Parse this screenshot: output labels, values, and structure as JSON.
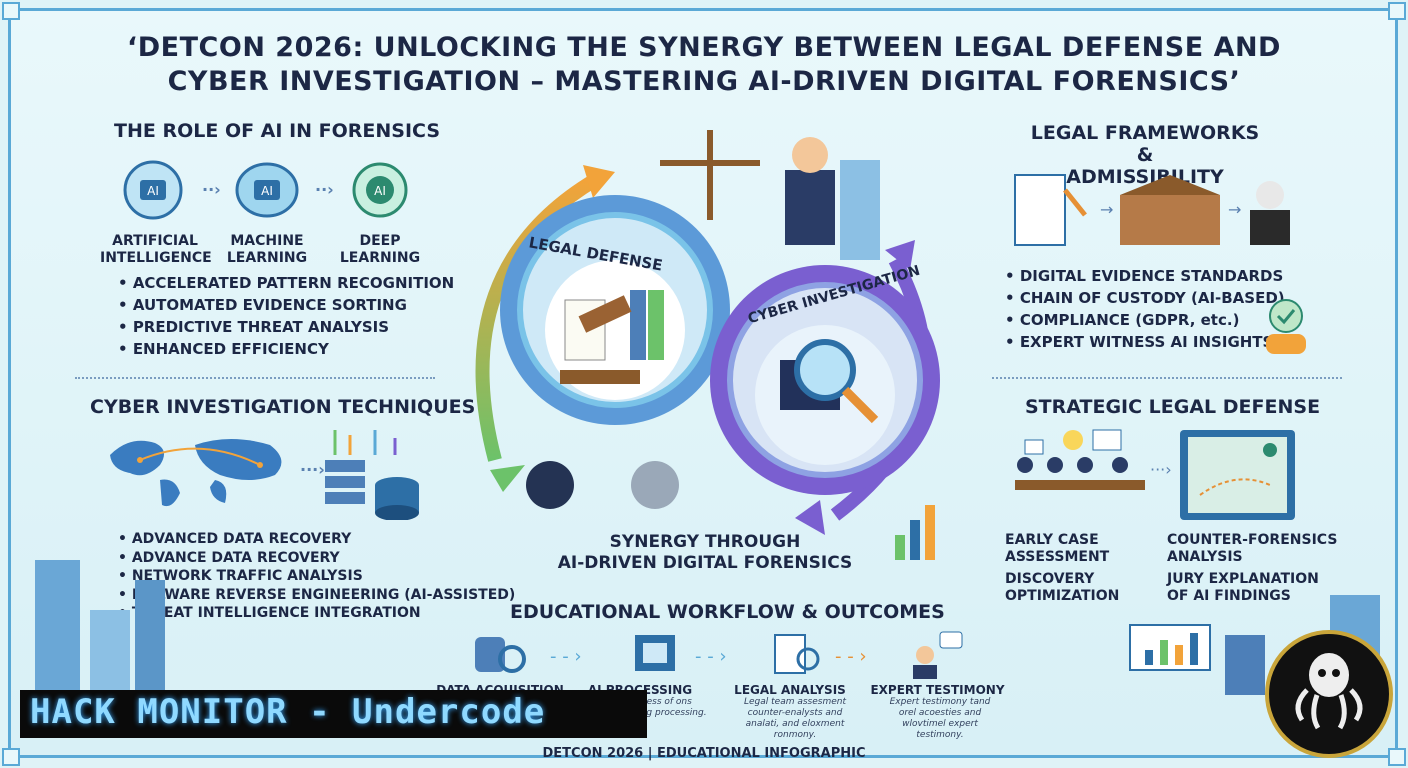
{
  "title_line1": "‘DETCON 2026: UNLOCKING THE SYNERGY BETWEEN LEGAL DEFENSE AND",
  "title_line2": "CYBER INVESTIGATION – MASTERING AI-DRIVEN DIGITAL FORENSICS’",
  "role_ai": {
    "heading": "THE ROLE OF AI IN FORENSICS",
    "icons": [
      {
        "label1": "ARTIFICIAL",
        "label2": "INTELLIGENCE",
        "badge": "AI"
      },
      {
        "label1": "MACHINE",
        "label2": "LEARNING",
        "badge": "AI"
      },
      {
        "label1": "DEEP",
        "label2": "LEARNING",
        "badge": "AI"
      }
    ],
    "bullets": [
      "ACCELERATED PATTERN RECOGNITION",
      "AUTOMATED EVIDENCE SORTING",
      "PREDICTIVE THREAT ANALYSIS",
      "ENHANCED EFFICIENCY"
    ]
  },
  "cyber_tech": {
    "heading": "CYBER INVESTIGATION TECHNIQUES",
    "bullets": [
      "ADVANCED DATA RECOVERY",
      "ADVANCE DATA RECOVERY",
      "NETWORK TRAFFIC ANALYSIS",
      "MALWARE REVERSE ENGINEERING (AI-ASSISTED)",
      "THREAT INTELLIGENCE INTEGRATION"
    ]
  },
  "center": {
    "gear_left": "LEGAL DEFENSE",
    "gear_right": "CYBER INVESTIGATION",
    "synergy1": "SYNERGY THROUGH",
    "synergy2": "AI-DRIVEN DIGITAL FORENSICS"
  },
  "legal_frameworks": {
    "heading1": "LEGAL FRAMEWORKS &",
    "heading2": "ADMISSIBILITY",
    "bullets": [
      "DIGITAL EVIDENCE STANDARDS",
      "CHAIN OF CUSTODY (AI-BASED)",
      "COMPLIANCE (GDPR, etc.)",
      "EXPERT WITNESS AI INSIGHTS"
    ]
  },
  "strategic": {
    "heading": "STRATEGIC LEGAL DEFENSE",
    "left": [
      {
        "l1": "EARLY CASE",
        "l2": "ASSESSMENT"
      },
      {
        "l1": "DISCOVERY",
        "l2": "OPTIMIZATION"
      }
    ],
    "right": [
      {
        "l1": "COUNTER-FORENSICS",
        "l2": "ANALYSIS"
      },
      {
        "l1": "JURY EXPLANATION",
        "l2": "OF AI FINDINGS"
      }
    ]
  },
  "workflow": {
    "heading": "EDUCATIONAL WORKFLOW & OUTCOMES",
    "steps": [
      {
        "label": "DATA ACQUISITION",
        "sub": ""
      },
      {
        "label": "AI PROCESSING",
        "sub": "g process of ons processing processing."
      },
      {
        "label": "LEGAL ANALYSIS",
        "sub": "Legal team assesment counter-enalysts and analati, and eloxment ronmony."
      },
      {
        "label": "EXPERT TESTIMONY",
        "sub": "Expert testimony tand orel acoesties and wlovtimel expert testimony."
      }
    ]
  },
  "banner": "HACK MONITOR - Undercode",
  "footer": "DETCON 2026 | EDUCATIONAL INFOGRAPHIC",
  "colors": {
    "accent": "#5aa9d6",
    "navy": "#1c2745",
    "green": "#6cc26a",
    "purple": "#7a5fd0",
    "orange": "#f2a33a"
  }
}
